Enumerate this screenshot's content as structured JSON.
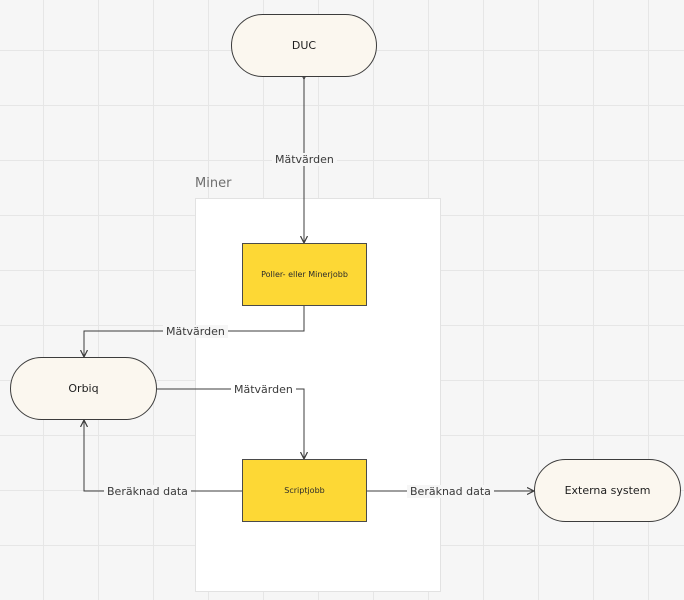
{
  "frame": {
    "title": "Miner"
  },
  "nodes": {
    "duc": {
      "label": "DUC"
    },
    "orbiq": {
      "label": "Orbiq"
    },
    "externa": {
      "label": "Externa system"
    },
    "poller": {
      "label": "Poller- eller Minerjobb"
    },
    "scriptjobb": {
      "label": "Scriptjobb"
    }
  },
  "edges": {
    "duc_to_poller": "Mätvärden",
    "poller_to_orbiq": "Mätvärden",
    "orbiq_to_script": "Mätvärden",
    "script_to_orbiq": "Beräknad data",
    "script_to_externa": "Beräknad data"
  },
  "colors": {
    "process_fill": "#fdd835",
    "terminal_fill": "#fbf7ef",
    "line": "#3c3c3c"
  }
}
